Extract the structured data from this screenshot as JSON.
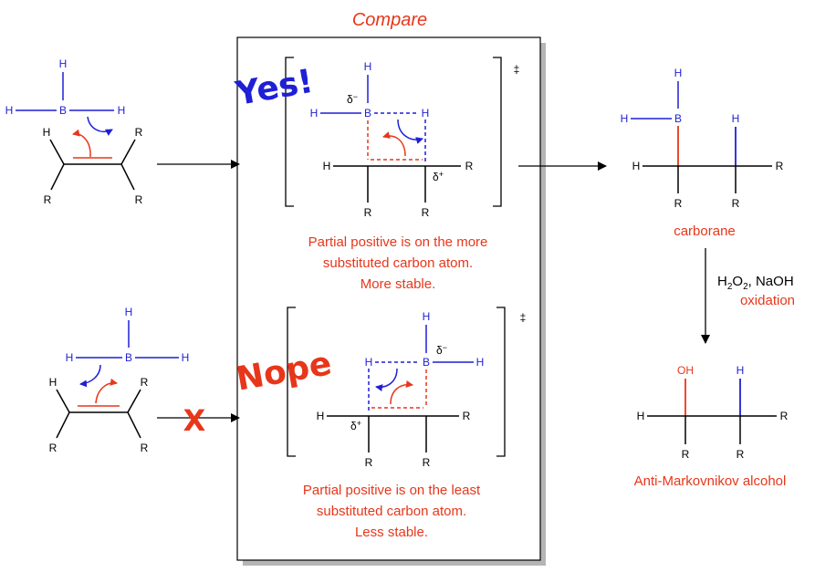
{
  "title": "Compare",
  "labels": {
    "yes": "Yes!",
    "nope": "Nope",
    "cross": "X",
    "ts_mark": "‡",
    "delta_minus": "δ⁻",
    "delta_plus": "δ⁺",
    "delta": "δ",
    "minus": "−",
    "plus": "+"
  },
  "atoms": {
    "H": "H",
    "B": "B",
    "R": "R",
    "OH": "OH"
  },
  "captions": {
    "top": [
      "Partial positive is on the more",
      "substituted carbon atom.",
      "More stable."
    ],
    "bottom": [
      "Partial positive is on the least",
      "substituted carbon atom.",
      "Less stable."
    ]
  },
  "product": {
    "name": "carborane",
    "reagent_1": "H",
    "reagent_sub": "2",
    "reagent_2": "O",
    "reagent_sub2": "2",
    "reagent_3": ", NaOH",
    "reagent_step": "oxidation",
    "final_name": "Anti-Markovnikov alcohol"
  },
  "colors": {
    "boron_blue": "#1f1fd6",
    "highlight_red": "#e8361a",
    "bond_black": "#000000",
    "box_shadow": "#b5b5b5"
  }
}
